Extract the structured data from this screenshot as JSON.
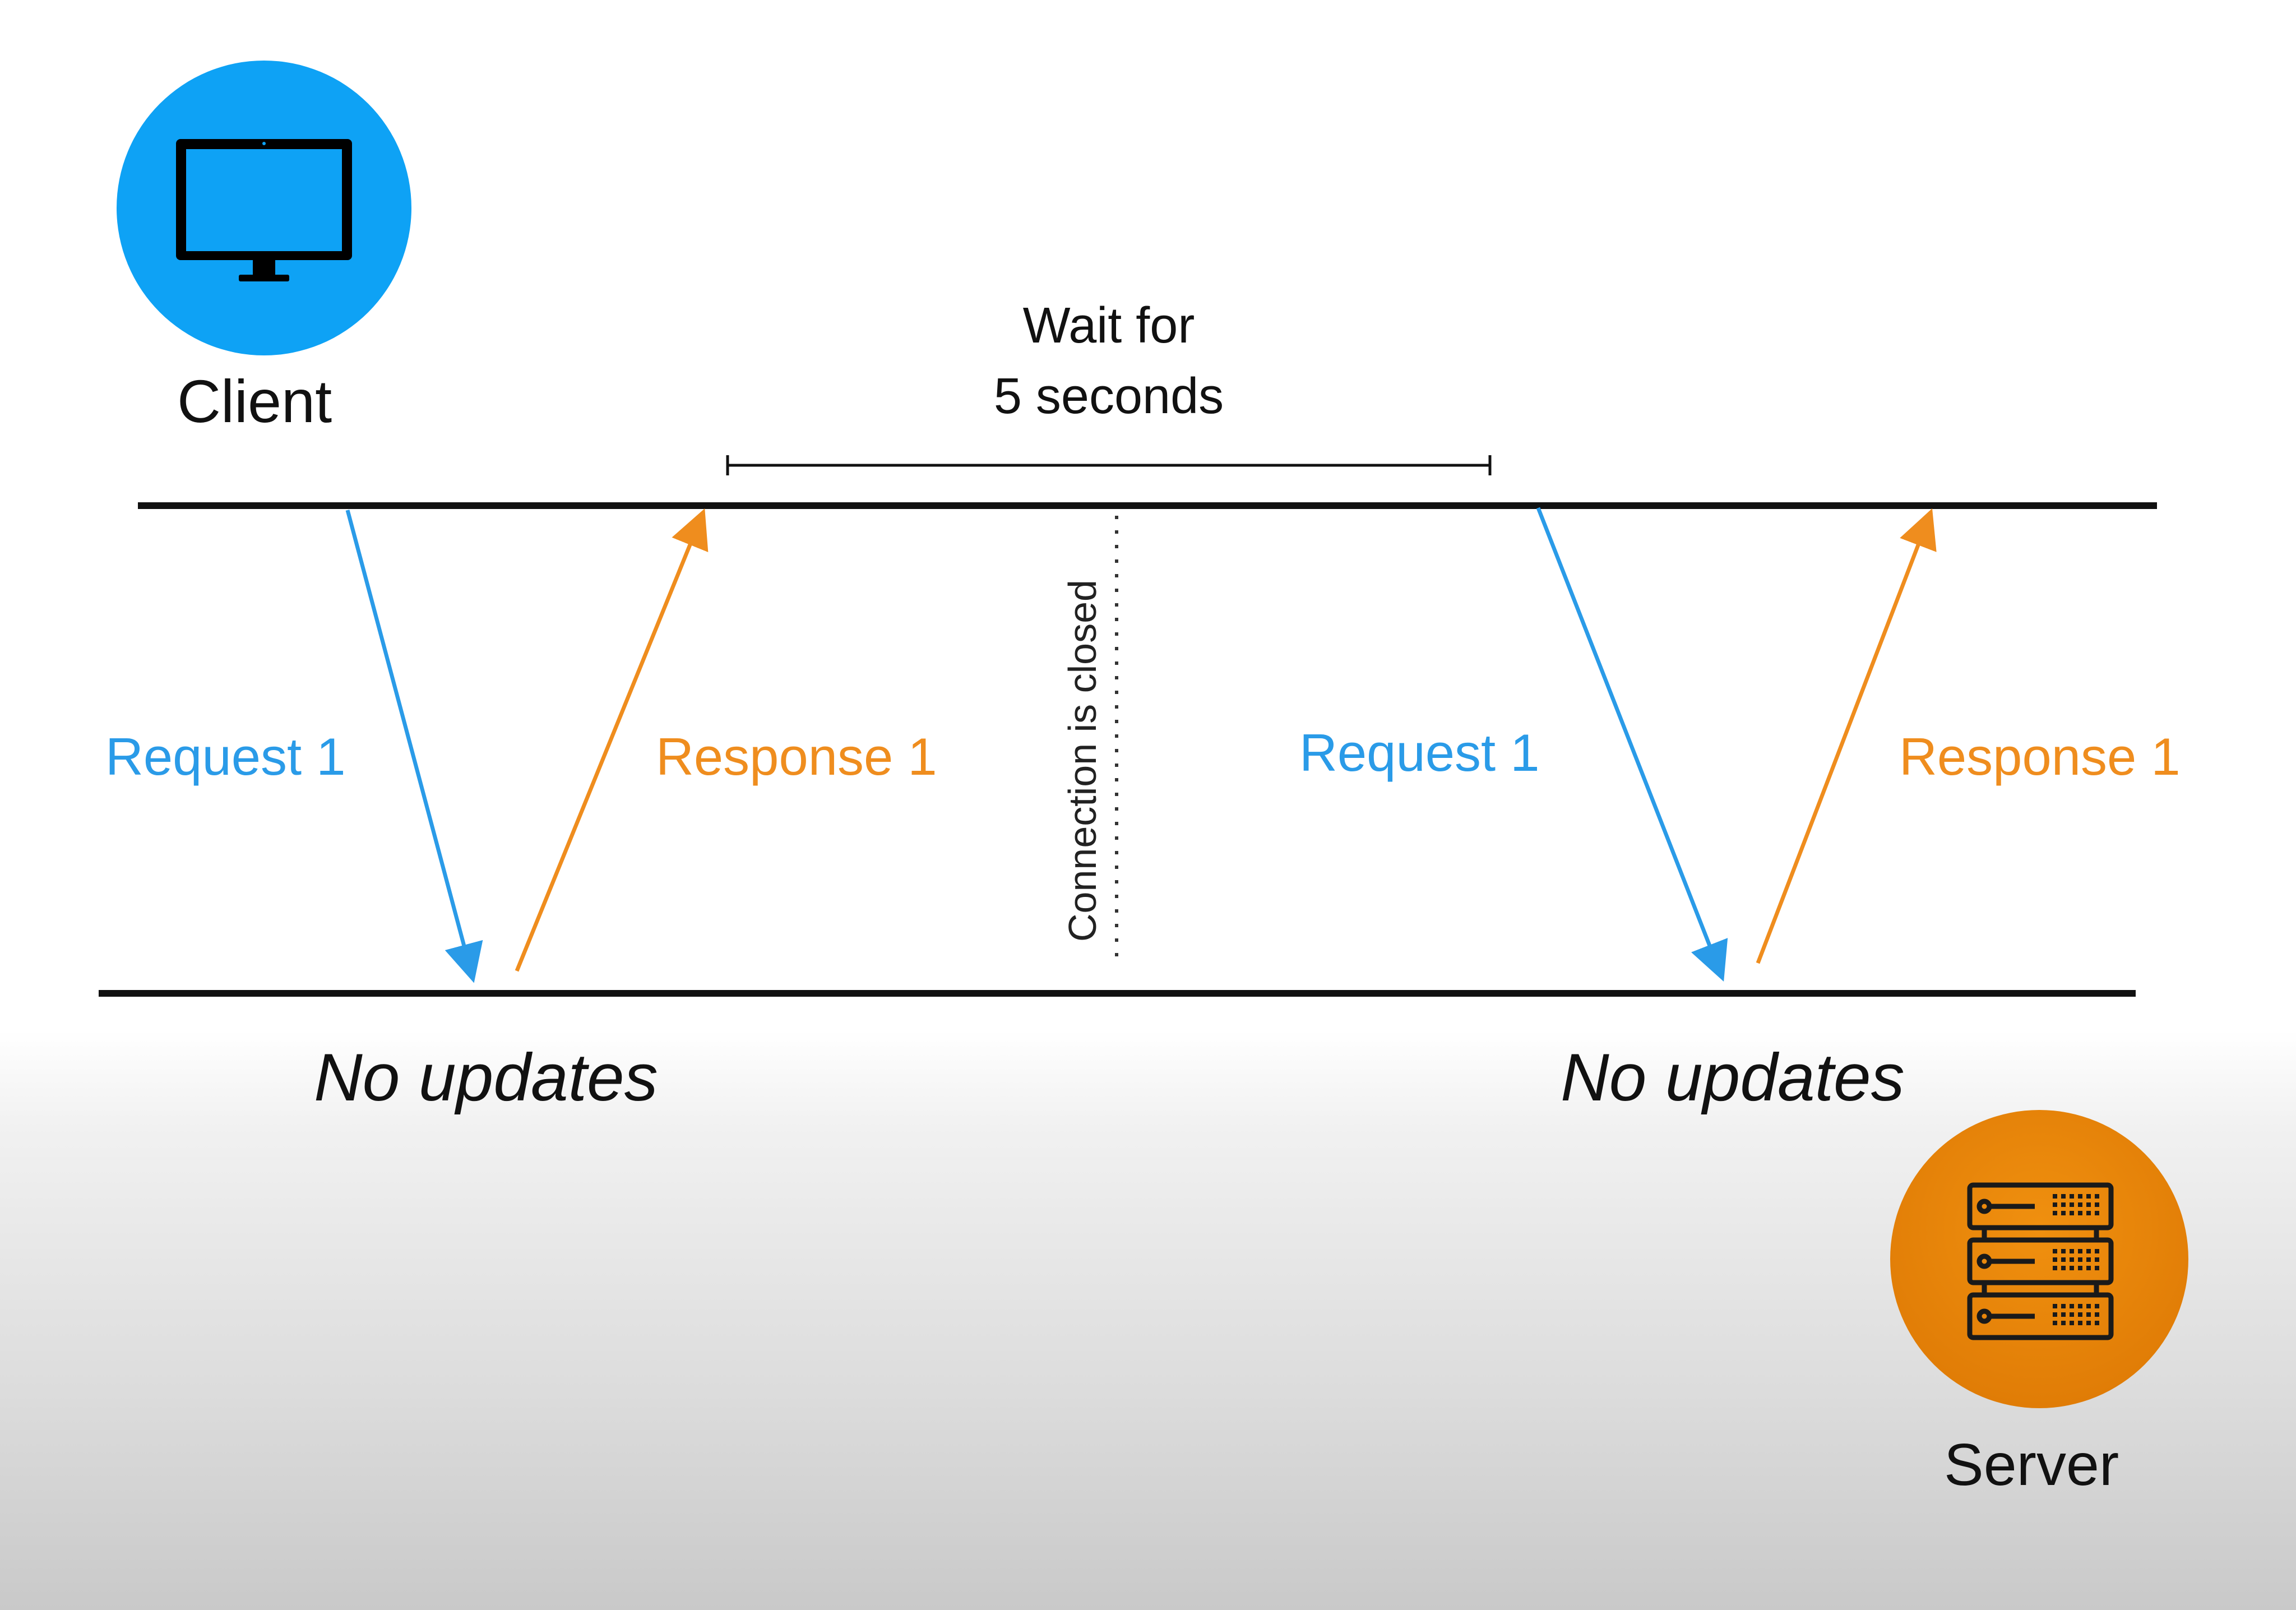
{
  "nodes": {
    "client": {
      "label": "Client",
      "icon": "monitor-icon",
      "color": "#0ea2f5"
    },
    "server": {
      "label": "Server",
      "icon": "server-rack-icon",
      "color": "#e8850a"
    }
  },
  "wait_annotation": {
    "line1": "Wait for",
    "line2": "5 seconds"
  },
  "connection_note": "Connection is closed",
  "messages": {
    "left_request": "Request 1",
    "left_response": "Response 1",
    "right_request": "Request 1",
    "right_response": "Response 1"
  },
  "server_results": {
    "left": "No updates",
    "right": "No updates"
  },
  "colors": {
    "request": "#2a9be8",
    "response": "#ef8d1e",
    "timeline": "#111111"
  }
}
